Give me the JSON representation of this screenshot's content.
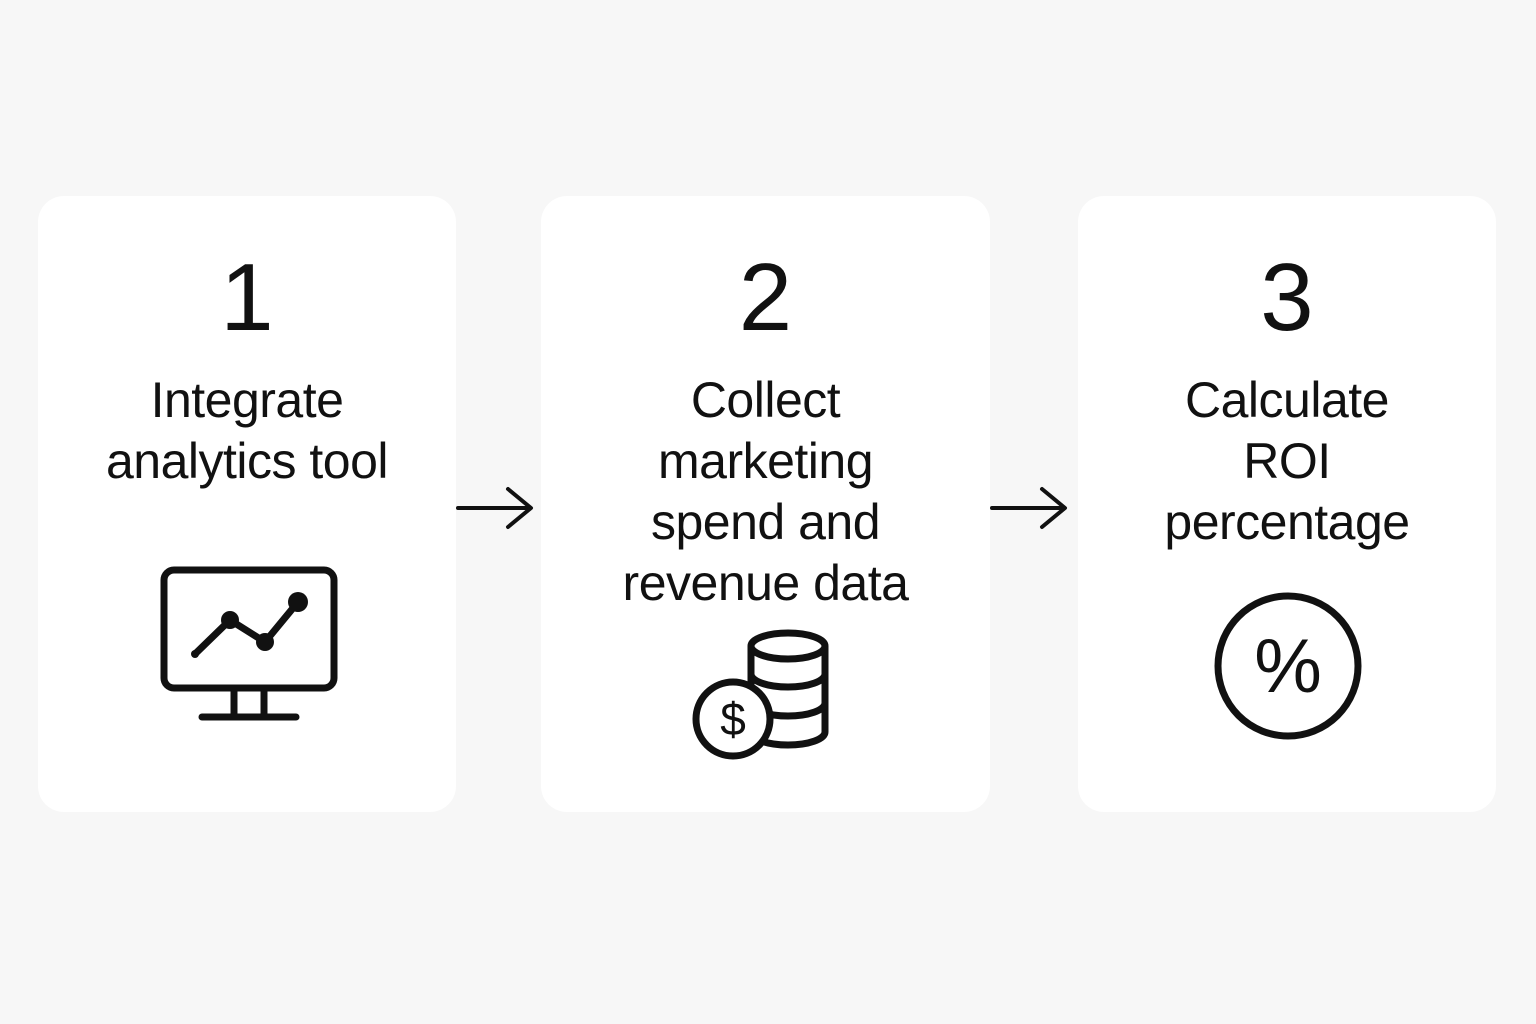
{
  "steps": [
    {
      "number": "1",
      "label": "Integrate\nanalytics tool",
      "icon": "monitor-chart-icon"
    },
    {
      "number": "2",
      "label": "Collect\nmarketing\nspend and\nrevenue data",
      "icon": "dollar-coin-stack-icon"
    },
    {
      "number": "3",
      "label": "Calculate\nROI\npercentage",
      "icon": "percent-circle-icon"
    }
  ],
  "icon_symbols": {
    "dollar": "$",
    "percent": "%"
  },
  "connectors": [
    "arrow-right-icon",
    "arrow-right-icon"
  ],
  "colors": {
    "background": "#f7f7f7",
    "card": "#ffffff",
    "ink": "#111111"
  }
}
